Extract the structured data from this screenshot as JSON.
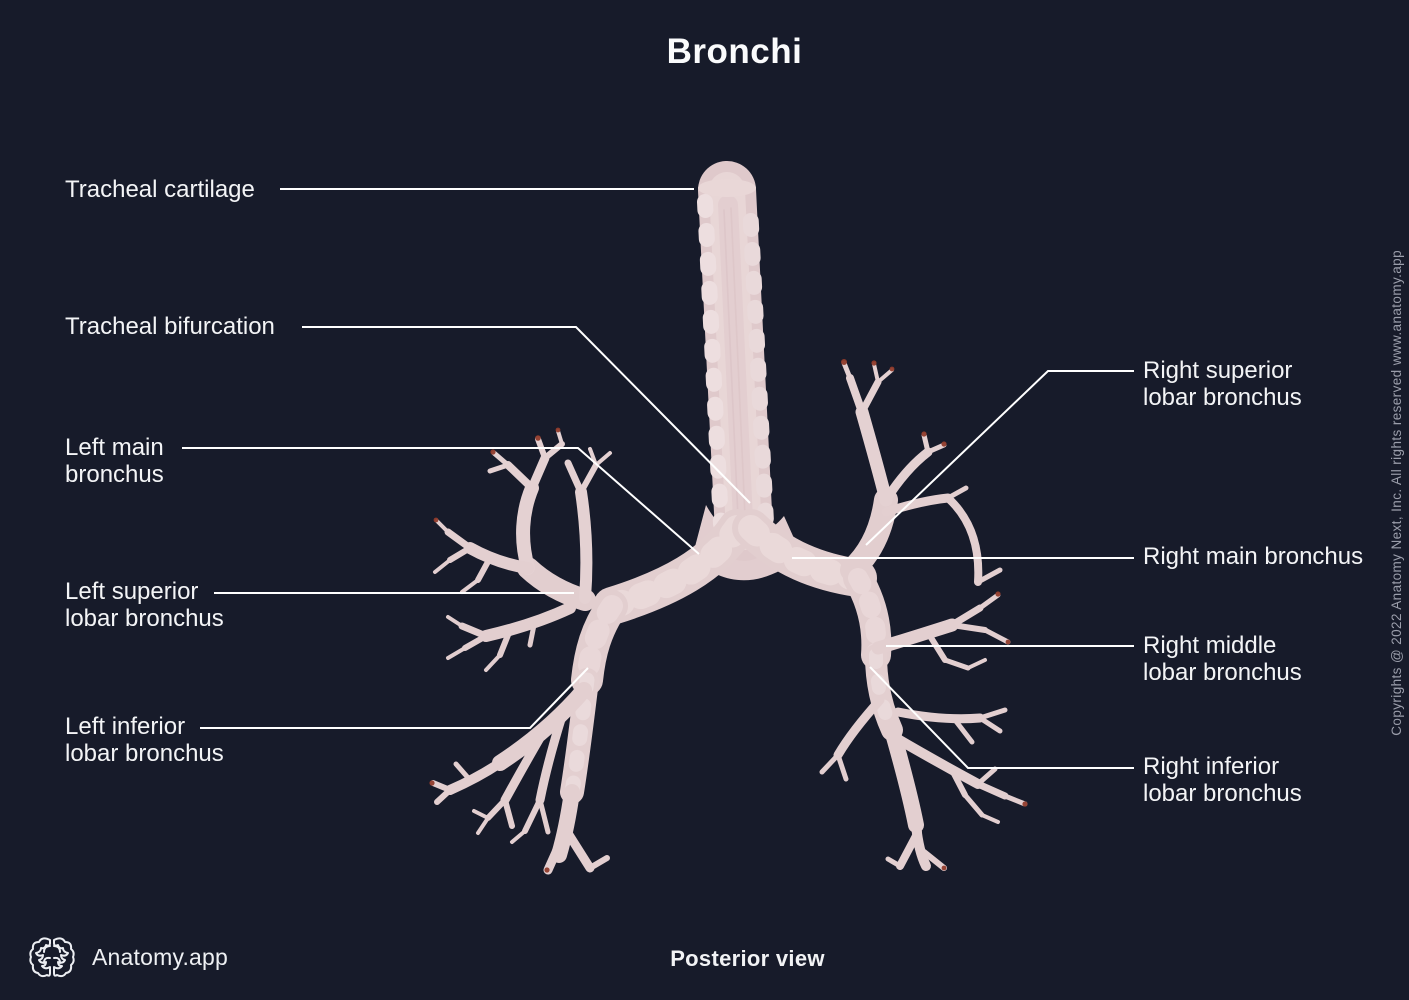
{
  "title": "Bronchi",
  "view_label": "Posterior view",
  "brand": "Anatomy.app",
  "copyright_vertical": "Copyrights @ 2022 Anatomy Next, Inc. All rights reserved www.anatomy.app",
  "colors": {
    "background": "#171b2a",
    "label_text": "#f3f4f6",
    "leader_line": "#ffffff",
    "copyright_text": "#9b9eab",
    "bronchus_base": "#e4d0d1",
    "bronchus_highlight": "#efe2e2",
    "bronchus_shadow": "#d3b9bc",
    "twig_tip_red": "#913c2c"
  },
  "annotations": {
    "tracheal_cartilage": {
      "line1": "Tracheal cartilage",
      "line2": ""
    },
    "tracheal_bifurcation": {
      "line1": "Tracheal bifurcation",
      "line2": ""
    },
    "left_main_bronchus": {
      "line1": "Left main",
      "line2": "bronchus"
    },
    "left_superior_lobar_bronchus": {
      "line1": "Left superior",
      "line2": "lobar bronchus"
    },
    "left_inferior_lobar_bronchus": {
      "line1": "Left inferior",
      "line2": "lobar bronchus"
    },
    "right_superior_lobar_bronchus": {
      "line1": "Right superior",
      "line2": "lobar bronchus"
    },
    "right_main_bronchus": {
      "line1": "Right main bronchus",
      "line2": ""
    },
    "right_middle_lobar_bronchus": {
      "line1": "Right middle",
      "line2": "lobar bronchus"
    },
    "right_inferior_lobar_bronchus": {
      "line1": "Right inferior",
      "line2": "lobar bronchus"
    }
  }
}
